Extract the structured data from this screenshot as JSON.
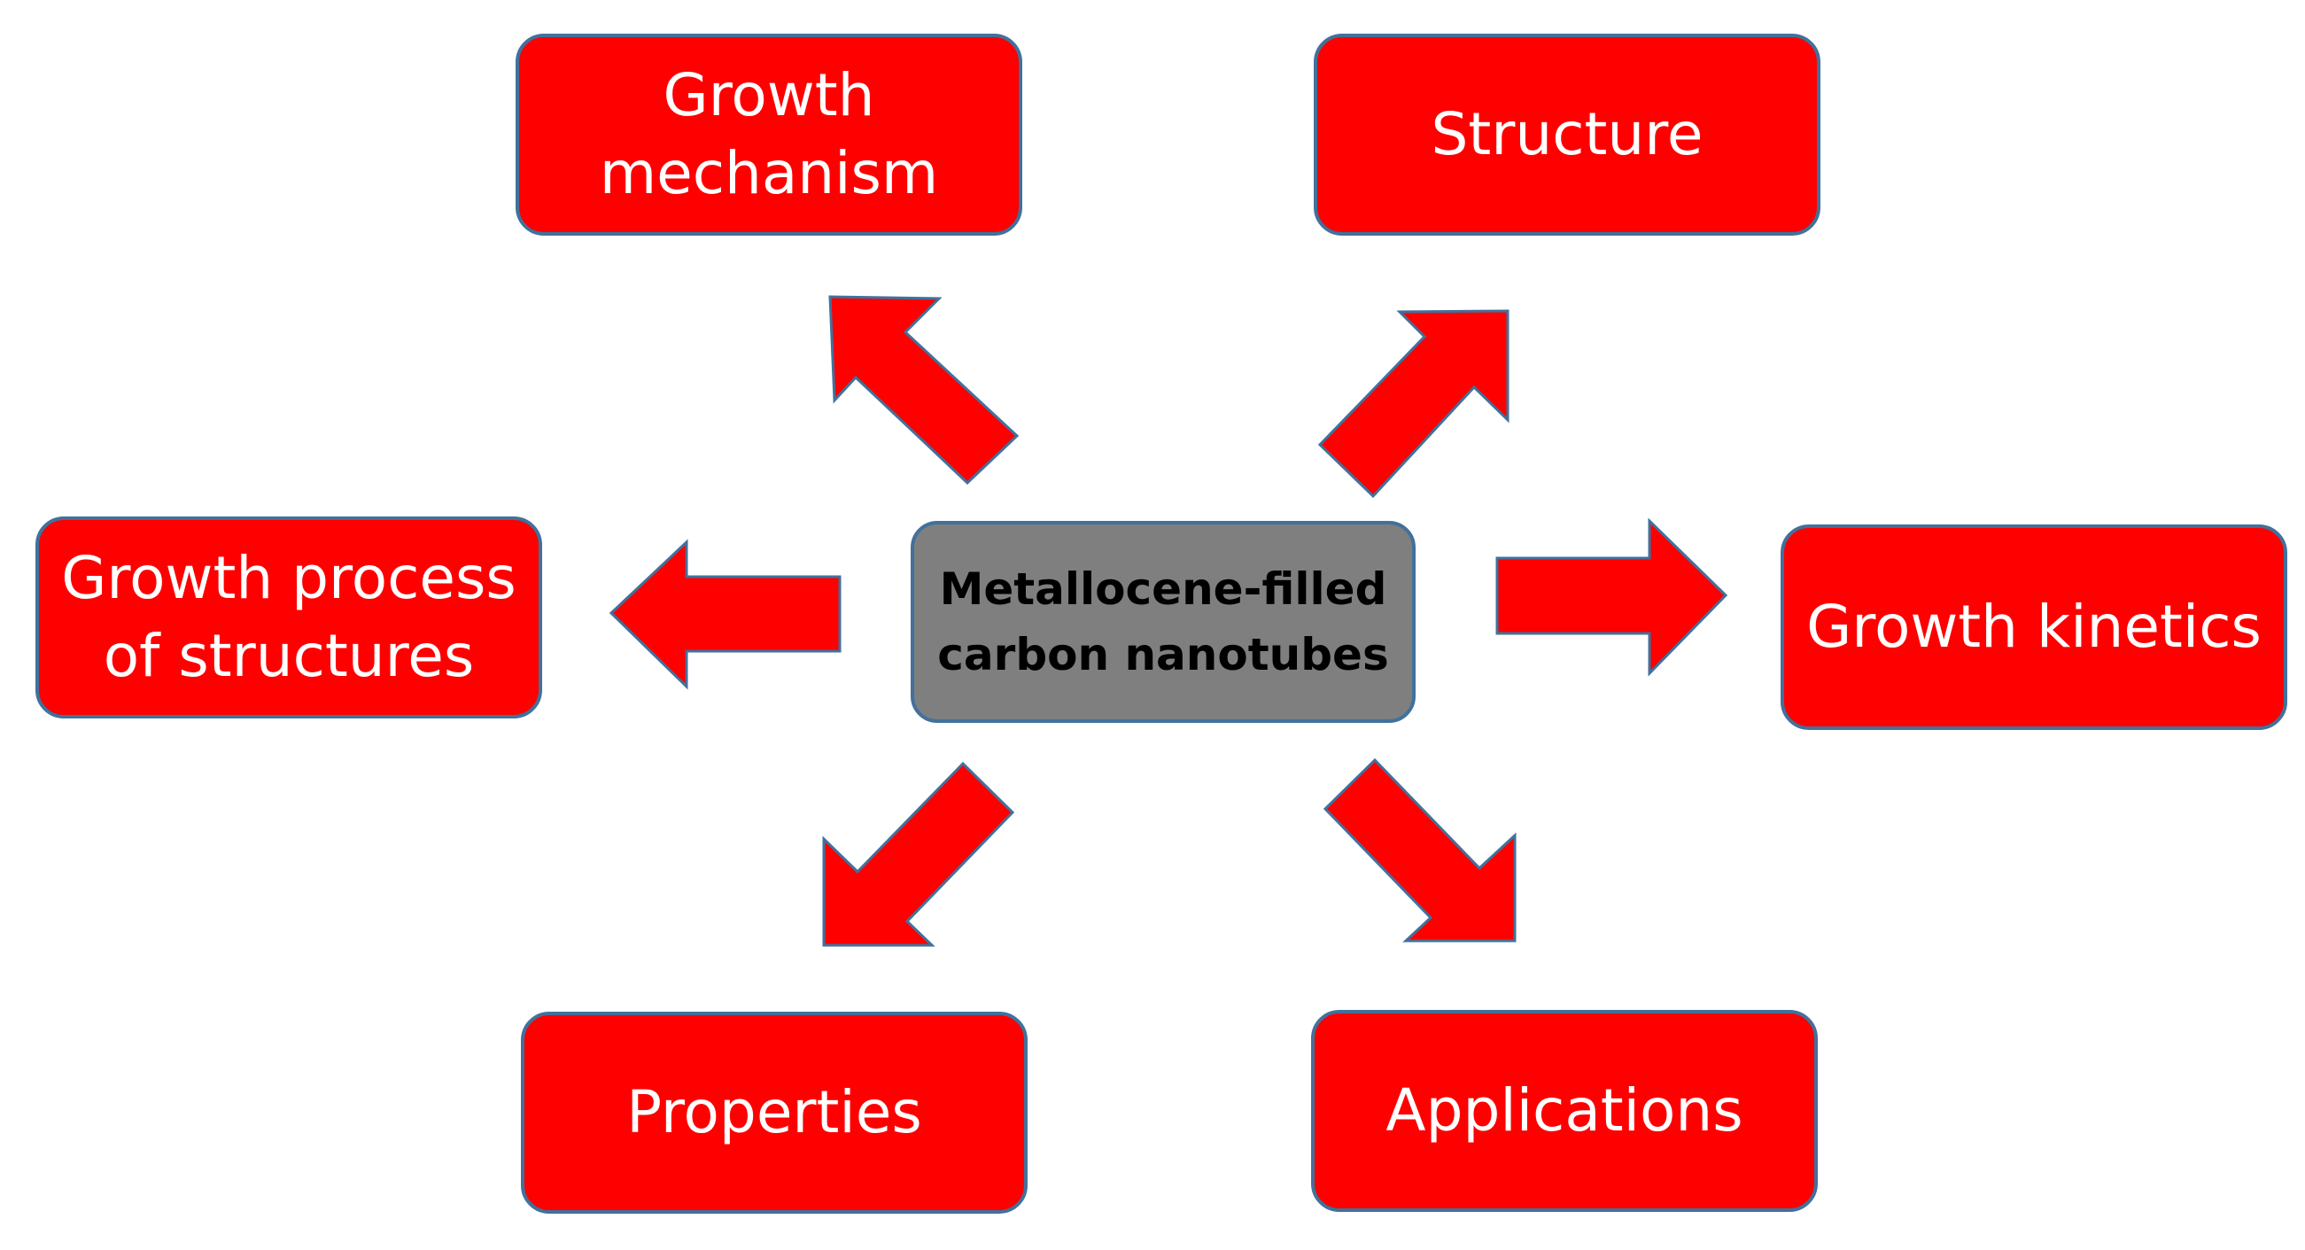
{
  "center": {
    "line1": "Metallocene-filled",
    "line2": "carbon nanotubes"
  },
  "nodes": {
    "growth_mechanism": {
      "line1": "Growth",
      "line2": "mechanism"
    },
    "structure": {
      "line1": "Structure"
    },
    "growth_process": {
      "line1": "Growth process",
      "line2": "of structures"
    },
    "growth_kinetics": {
      "line1": "Growth kinetics"
    },
    "properties": {
      "line1": "Properties"
    },
    "applications": {
      "line1": "Applications"
    }
  },
  "colors": {
    "node_fill": "#ff0000",
    "center_fill": "#7f7f7f",
    "border": "#41719c",
    "node_text": "#ffffff",
    "center_text": "#000000"
  }
}
